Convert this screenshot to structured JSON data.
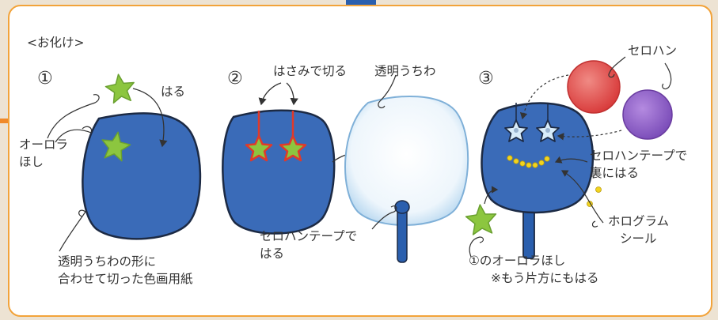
{
  "title": "<お化け>",
  "steps": [
    "①",
    "②",
    "③"
  ],
  "step1": {
    "label_haru": "はる",
    "label_aurora_line1": "オーロラ",
    "label_aurora_line2": "ほし",
    "label_paper_line1": "透明うちわの形に",
    "label_paper_line2": "合わせて切った色画用紙"
  },
  "step2": {
    "label_cut": "はさみで切る",
    "label_uchiwa": "透明うちわ",
    "label_tape_line1": "セロハンテープで",
    "label_tape_line2": "はる"
  },
  "step3": {
    "label_cellophane": "セロハン",
    "label_tape_line1": "セロハンテープで",
    "label_tape_line2": "裏にはる",
    "label_holo_line1": "ホログラム",
    "label_holo_line2": "シール",
    "label_star_line1": "①のオーロラほし",
    "label_star_line2": "※もう片方にもはる"
  },
  "colors": {
    "card_border": "#f2a33a",
    "uchiwa_blue": "#3a6bb8",
    "star_green": "#8cc63f",
    "star_red": "#e03a2a",
    "cello_red": "#e04848",
    "cello_purple": "#8a5cc0"
  }
}
